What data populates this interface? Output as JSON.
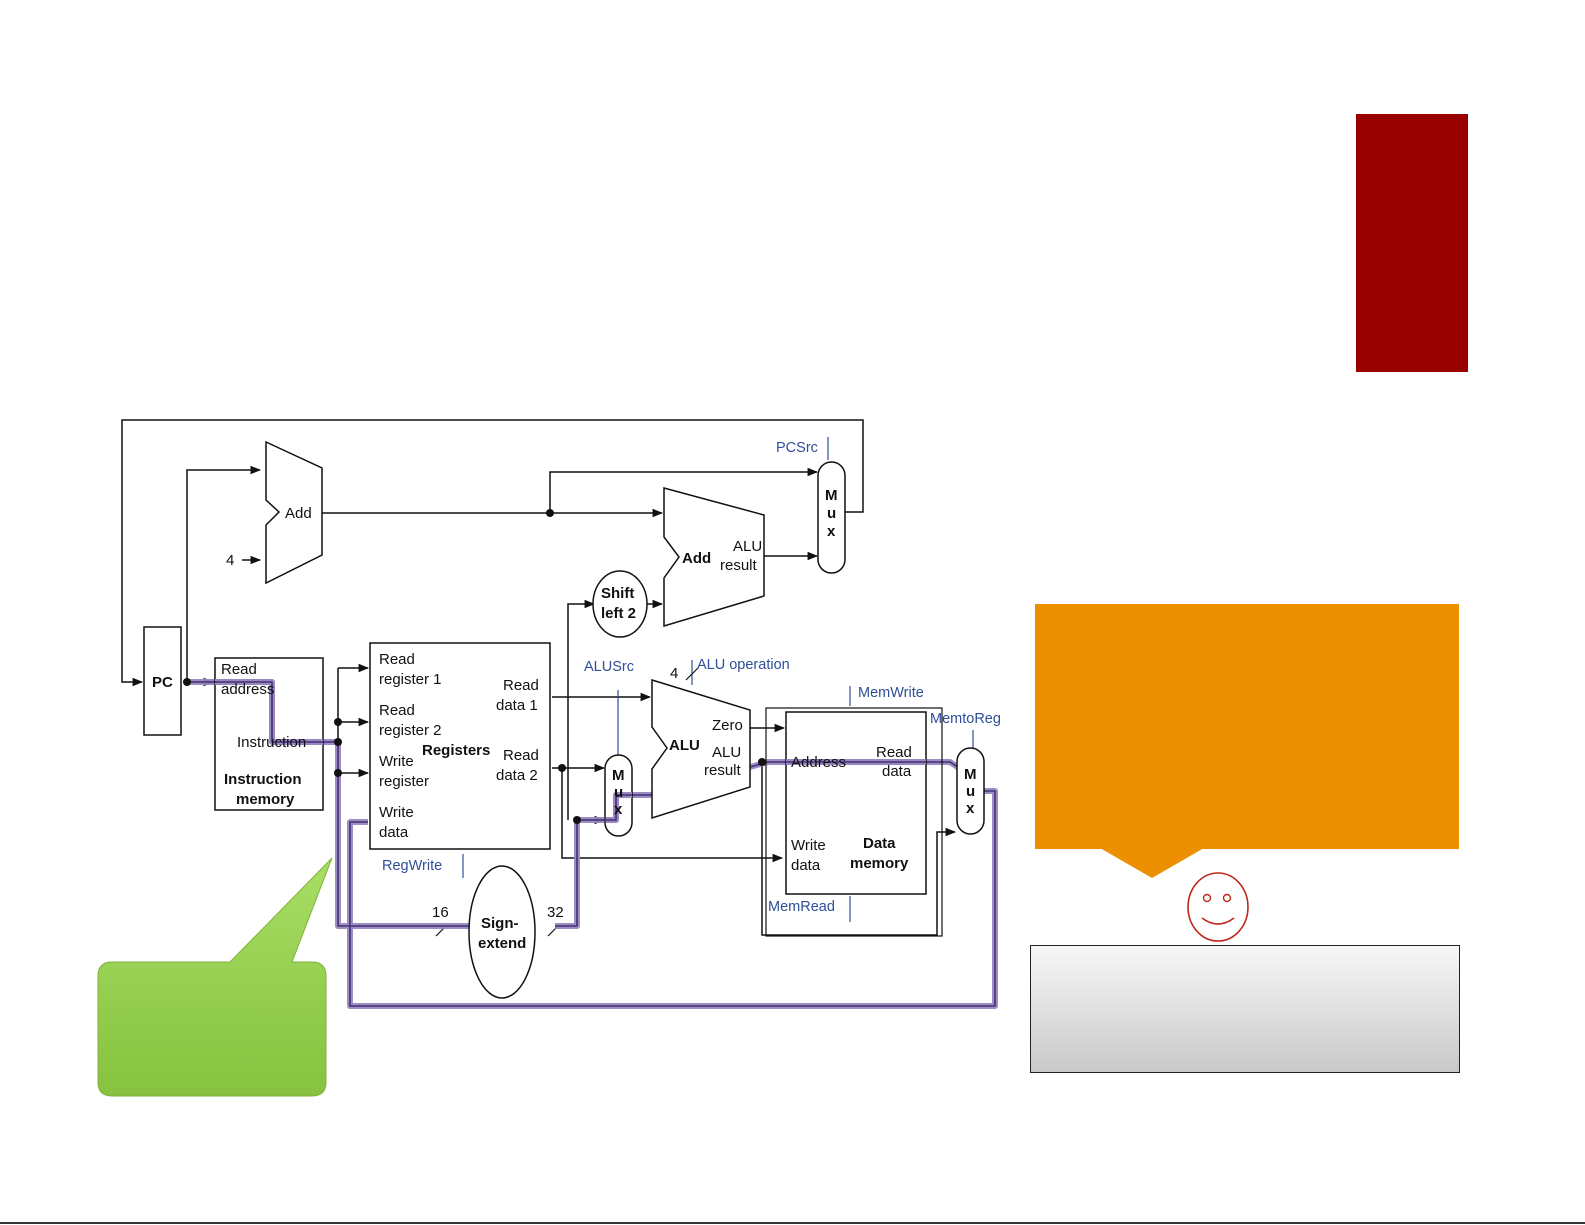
{
  "labels": {
    "pc": "PC",
    "add_pc": "Add",
    "four_const": "4",
    "read_address_1": "Read",
    "read_address_2": "address",
    "instruction": "Instruction",
    "instruction_memory_1": "Instruction",
    "instruction_memory_2": "memory",
    "read_register_1_a": "Read",
    "read_register_1_b": "register 1",
    "read_register_2_a": "Read",
    "read_register_2_b": "register 2",
    "write_register_a": "Write",
    "write_register_b": "register",
    "write_data_a": "Write",
    "write_data_b": "data",
    "registers": "Registers",
    "read_data_1_a": "Read",
    "read_data_1_b": "data 1",
    "read_data_2_a": "Read",
    "read_data_2_b": "data 2",
    "shift_left_1": "Shift",
    "shift_left_2": "left 2",
    "add_branch": "Add",
    "alu_result_top_1": "ALU",
    "alu_result_top_2": "result",
    "mux_m": "M",
    "mux_u": "u",
    "mux_x": "x",
    "alu": "ALU",
    "zero": "Zero",
    "alu_result_1": "ALU",
    "alu_result_2": "result",
    "address": "Address",
    "dm_read_data_1": "Read",
    "dm_read_data_2": "data",
    "dm_write_data_1": "Write",
    "dm_write_data_2": "data",
    "data_memory_1": "Data",
    "data_memory_2": "memory",
    "sign_extend_1": "Sign-",
    "sign_extend_2": "extend",
    "bits_16": "16",
    "bits_32": "32",
    "alu_op_bits": "4"
  },
  "control_signals": {
    "pcsrc": "PCSrc",
    "alusrc": "ALUSrc",
    "alu_operation": "ALU operation",
    "memwrite": "MemWrite",
    "memtoreg": "MemtoReg",
    "regwrite": "RegWrite",
    "memread": "MemRead"
  },
  "colors": {
    "accent_bar": "#990000",
    "orange_callout": "#ec8f00",
    "green_callout": "#92d050",
    "highlight_path": "#9b86c2",
    "control_text": "#2f4f98"
  },
  "icons": {
    "smiley": "smiley-face-icon"
  }
}
